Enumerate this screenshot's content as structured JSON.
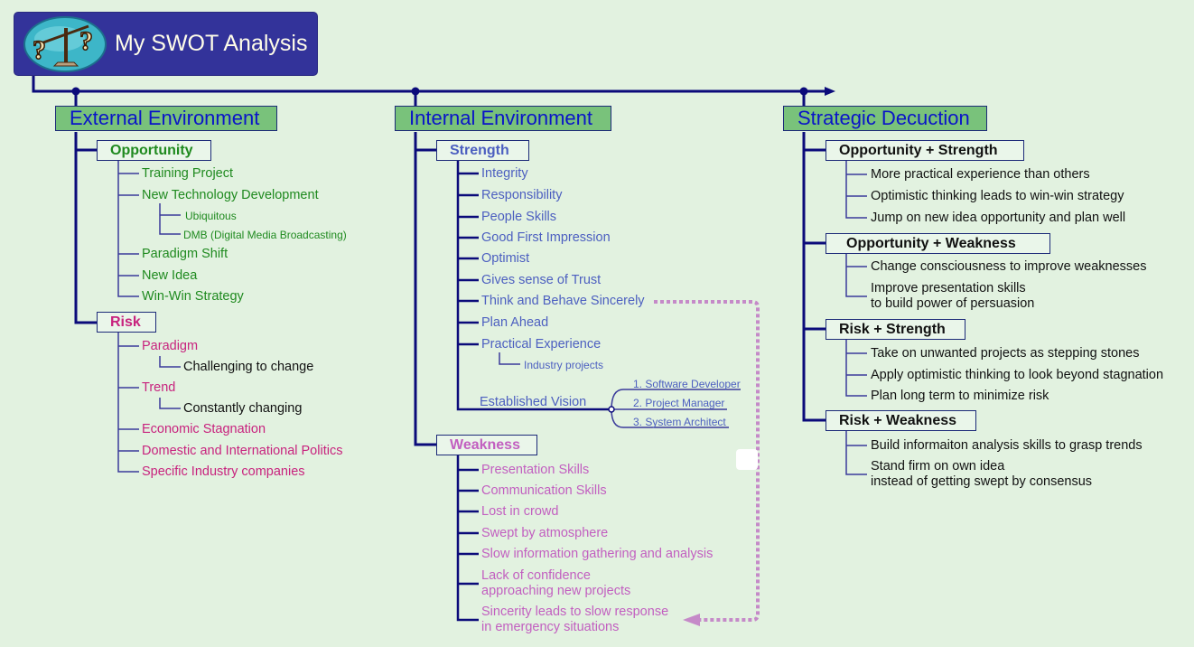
{
  "title": "My SWOT Analysis",
  "logo_icon": "balance-scale-question-icon",
  "colors": {
    "background": "#e2f2e0",
    "title_bg": "#33339a",
    "main_topic_bg": "#79c27b",
    "main_topic_text": "#0a14c8",
    "connector": "#0b0b7a",
    "opportunity": "#1f8a1f",
    "risk": "#c8237e",
    "strength": "#4c5fc0",
    "weakness": "#c25fc0",
    "dotted_link": "#c58ac8"
  },
  "branches": {
    "external": {
      "label": "External Environment",
      "opportunity": {
        "label": "Opportunity",
        "items": [
          "Training Project",
          "New Technology Development",
          "Paradigm Shift",
          "New Idea",
          "Win-Win Strategy"
        ],
        "sub_items": [
          "Ubiquitous",
          "DMB (Digital Media Broadcasting)"
        ]
      },
      "risk": {
        "label": "Risk",
        "items": [
          "Paradigm",
          "Trend",
          "Economic Stagnation",
          "Domestic and International Politics",
          "Specific Industry companies"
        ],
        "sub_items": [
          "Challenging to change",
          "Constantly changing"
        ]
      }
    },
    "internal": {
      "label": "Internal Environment",
      "strength": {
        "label": "Strength",
        "items": [
          "Integrity",
          "Responsibility",
          "People Skills",
          "Good First Impression",
          "Optimist",
          "Gives sense of Trust",
          "Think and Behave Sincerely",
          "Plan Ahead",
          "Practical Experience"
        ],
        "sub_items": [
          "Industry projects"
        ],
        "vision": {
          "label": "Established Vision",
          "items": [
            "1. Software Developer",
            "2. Project Manager",
            "3. System Architect"
          ]
        }
      },
      "weakness": {
        "label": "Weakness",
        "items": [
          "Presentation Skills",
          "Communication Skills",
          "Lost in crowd",
          "Swept by atmosphere",
          "Slow information gathering and analysis"
        ],
        "multiline": [
          [
            "Lack of confidence",
            "approaching new projects"
          ],
          [
            "Sincerity leads to slow response",
            "in emergency situations"
          ]
        ]
      }
    },
    "strategic": {
      "label": "Strategic Decuction",
      "groups": [
        {
          "label": "Opportunity + Strength",
          "items": [
            "More practical experience than others",
            "Optimistic thinking leads to win-win strategy",
            "Jump on new idea opportunity and plan well"
          ]
        },
        {
          "label": "Opportunity + Weakness",
          "items": [
            "Change consciousness to improve weaknesses",
            "Improve presentation skills",
            "to build power of persuasion"
          ]
        },
        {
          "label": "Risk + Strength",
          "items": [
            "Take on unwanted projects as stepping stones",
            "Apply optimistic thinking to look beyond stagnation",
            "Plan long term to minimize risk"
          ]
        },
        {
          "label": "Risk + Weakness",
          "items": [
            "Build informaiton analysis skills to grasp trends",
            "Stand firm on own idea",
            "instead of getting swept by consensus"
          ]
        }
      ]
    }
  }
}
